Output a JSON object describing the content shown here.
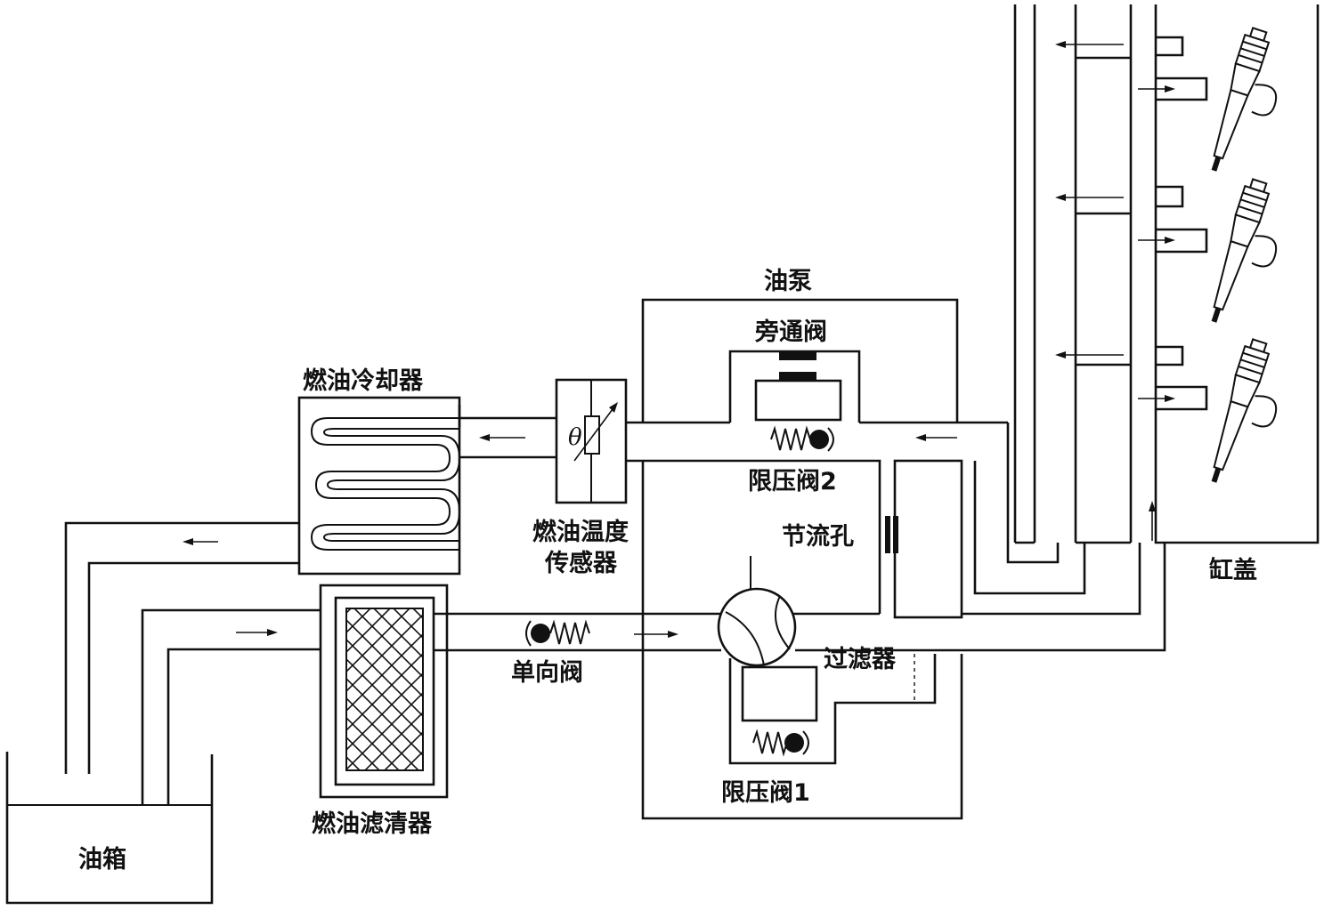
{
  "labels": {
    "oil_pump": "油泵",
    "bypass_valve": "旁通阀",
    "fuel_cooler": "燃油冷却器",
    "pressure_limit_valve_2": "限压阀2",
    "throttle": "节流孔",
    "fuel_temp_sensor_line1": "燃油温度",
    "fuel_temp_sensor_line2": "传感器",
    "theta": "θ",
    "check_valve": "单向阀",
    "filter": "过滤器",
    "pressure_limit_valve_1": "限压阀1",
    "cylinder_head": "缸盖",
    "fuel_filter": "燃油滤清器",
    "fuel_tank": "油箱"
  },
  "colors": {
    "line": "#111111",
    "background": "#ffffff"
  }
}
